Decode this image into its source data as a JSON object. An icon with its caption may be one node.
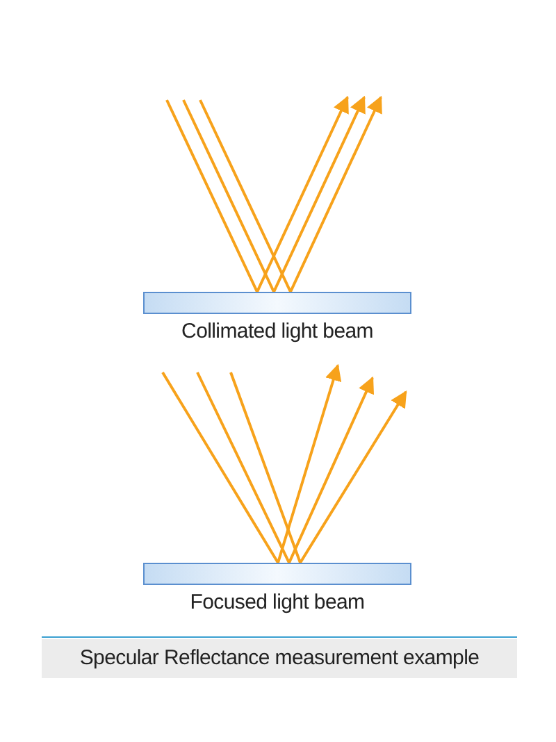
{
  "diagram": {
    "caption": "Specular Reflectance measurement example",
    "nodes": [
      {
        "text": [
          "Collimated light beam"
        ]
      },
      {
        "text": [
          "Focused light beam"
        ]
      }
    ]
  }
}
